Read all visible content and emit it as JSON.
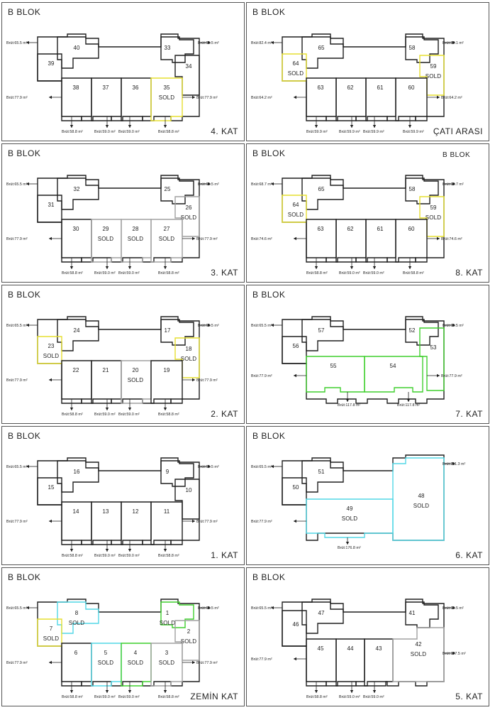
{
  "panels": [
    {
      "id": "p4kat",
      "block": "B BLOK",
      "block2": "",
      "floor": "4. KAT",
      "units": [
        {
          "num": "40",
          "sold": ""
        },
        {
          "num": "33",
          "sold": ""
        },
        {
          "num": "39",
          "sold": ""
        },
        {
          "num": "34",
          "sold": ""
        },
        {
          "num": "38",
          "sold": ""
        },
        {
          "num": "37",
          "sold": ""
        },
        {
          "num": "36",
          "sold": ""
        },
        {
          "num": "35",
          "sold": "SOLD"
        }
      ],
      "unit_colors": [
        "black",
        "black",
        "black",
        "black",
        "black",
        "black",
        "black",
        "yellow"
      ],
      "areas": {
        "tl": "Brüt:65.5 m²",
        "tr": "Brüt:65.5 m²",
        "ml": "Brüt:77.9 m²",
        "mr": "Brüt:77.9 m²",
        "b1": "Brüt:58.8 m²",
        "b2": "Brüt:59.0 m²",
        "b3": "Brüt:59.0 m²",
        "b4": "Brüt:58.8 m²"
      }
    },
    {
      "id": "pcati",
      "block": "B BLOK",
      "block2": "",
      "floor": "ÇATI ARASI",
      "units": [
        {
          "num": "65",
          "sold": ""
        },
        {
          "num": "58",
          "sold": ""
        },
        {
          "num": "64",
          "sold": "SOLD"
        },
        {
          "num": "59",
          "sold": "SOLD"
        },
        {
          "num": "63",
          "sold": ""
        },
        {
          "num": "62",
          "sold": ""
        },
        {
          "num": "61",
          "sold": ""
        },
        {
          "num": "60",
          "sold": ""
        }
      ],
      "unit_colors": [
        "black",
        "black",
        "yellow",
        "yellow",
        "black",
        "black",
        "black",
        "black"
      ],
      "areas": {
        "tl": "Brüt:82.4 m²",
        "tr": "Brüt:82.1 m²",
        "ml": "Brüt:64.2 m²",
        "mr": "Brüt:64.2 m²",
        "b1": "Brüt:59.9 m²",
        "b2": "Brüt:59.9 m²",
        "b3": "Brüt:59.9 m²",
        "b4": "Brüt:59.9 m²"
      }
    },
    {
      "id": "p3kat",
      "block": "B BLOK",
      "block2": "",
      "floor": "3. KAT",
      "units": [
        {
          "num": "32",
          "sold": ""
        },
        {
          "num": "25",
          "sold": ""
        },
        {
          "num": "31",
          "sold": ""
        },
        {
          "num": "26",
          "sold": "SOLD"
        },
        {
          "num": "30",
          "sold": ""
        },
        {
          "num": "29",
          "sold": "SOLD"
        },
        {
          "num": "28",
          "sold": "SOLD"
        },
        {
          "num": "27",
          "sold": "SOLD"
        }
      ],
      "unit_colors": [
        "black",
        "black",
        "black",
        "gray",
        "black",
        "gray",
        "gray",
        "gray"
      ],
      "areas": {
        "tl": "Brüt:65.5 m²",
        "tr": "Brüt:65.5 m²",
        "ml": "Brüt:77.9 m²",
        "mr": "Brüt:77.9 m²",
        "b1": "Brüt:58.8 m²",
        "b2": "Brüt:59.0 m²",
        "b3": "Brüt:59.0 m²",
        "b4": "Brüt:58.8 m²"
      }
    },
    {
      "id": "p8kat",
      "block": "B BLOK",
      "block2": "B BLOK",
      "floor": "8. KAT",
      "units": [
        {
          "num": "65",
          "sold": ""
        },
        {
          "num": "58",
          "sold": ""
        },
        {
          "num": "64",
          "sold": "SOLD"
        },
        {
          "num": "59",
          "sold": "SOLD"
        },
        {
          "num": "63",
          "sold": ""
        },
        {
          "num": "62",
          "sold": ""
        },
        {
          "num": "61",
          "sold": ""
        },
        {
          "num": "60",
          "sold": ""
        }
      ],
      "unit_colors": [
        "black",
        "black",
        "yellow",
        "yellow",
        "black",
        "black",
        "black",
        "black"
      ],
      "areas": {
        "tl": "Brüt:68.7 m²",
        "tr": "Brüt:68.7 m²",
        "ml": "Brüt:74.6 m²",
        "mr": "Brüt:74.6 m²",
        "b1": "Brüt:58.8 m²",
        "b2": "Brüt:59.0 m²",
        "b3": "Brüt:59.0 m²",
        "b4": "Brüt:58.8 m²"
      }
    },
    {
      "id": "p2kat",
      "block": "B BLOK",
      "block2": "",
      "floor": "2. KAT",
      "units": [
        {
          "num": "24",
          "sold": ""
        },
        {
          "num": "17",
          "sold": ""
        },
        {
          "num": "23",
          "sold": "SOLD"
        },
        {
          "num": "18",
          "sold": "SOLD"
        },
        {
          "num": "22",
          "sold": ""
        },
        {
          "num": "21",
          "sold": ""
        },
        {
          "num": "20",
          "sold": "SOLD"
        },
        {
          "num": "19",
          "sold": ""
        }
      ],
      "unit_colors": [
        "black",
        "black",
        "yellow",
        "yellow",
        "black",
        "black",
        "gray",
        "black"
      ],
      "areas": {
        "tl": "Brüt:65.5 m²",
        "tr": "Brüt:65.5 m²",
        "ml": "Brüt:77.9 m²",
        "mr": "Brüt:77.9 m²",
        "b1": "Brüt:58.8 m²",
        "b2": "Brüt:59.0 m²",
        "b3": "Brüt:59.0 m²",
        "b4": "Brüt:58.8 m²"
      }
    },
    {
      "id": "p7kat",
      "block": "B BLOK",
      "block2": "",
      "floor": "7. KAT",
      "units": [
        {
          "num": "57",
          "sold": ""
        },
        {
          "num": "52",
          "sold": ""
        },
        {
          "num": "56",
          "sold": ""
        },
        {
          "num": "53",
          "sold": ""
        },
        {
          "num": "55",
          "sold": ""
        },
        {
          "num": "54",
          "sold": ""
        }
      ],
      "unit_colors": [
        "black",
        "black",
        "black",
        "green",
        "green",
        "green"
      ],
      "areas": {
        "tl": "Brüt:65.5 m²",
        "tr": "Brüt:65.5 m²",
        "ml": "Brüt:77.9 m²",
        "mr": "Brüt:77.9 m²",
        "b1": "Brüt:117.8 m²",
        "b2": "Brüt:117.8 m²"
      }
    },
    {
      "id": "p1kat",
      "block": "B BLOK",
      "block2": "",
      "floor": "1. KAT",
      "units": [
        {
          "num": "16",
          "sold": ""
        },
        {
          "num": "9",
          "sold": ""
        },
        {
          "num": "15",
          "sold": ""
        },
        {
          "num": "10",
          "sold": ""
        },
        {
          "num": "14",
          "sold": ""
        },
        {
          "num": "13",
          "sold": ""
        },
        {
          "num": "12",
          "sold": ""
        },
        {
          "num": "11",
          "sold": ""
        }
      ],
      "unit_colors": [
        "black",
        "black",
        "black",
        "black",
        "black",
        "black",
        "black",
        "black"
      ],
      "areas": {
        "tl": "Brüt:65.5 m²",
        "tr": "Brüt:65.5 m²",
        "ml": "Brüt:77.9 m²",
        "mr": "Brüt:77.9 m²",
        "b1": "Brüt:58.8 m²",
        "b2": "Brüt:59.0 m²",
        "b3": "Brüt:59.0 m²",
        "b4": "Brüt:58.8 m²"
      }
    },
    {
      "id": "p6kat",
      "block": "B BLOK",
      "block2": "",
      "floor": "6. KAT",
      "units": [
        {
          "num": "51",
          "sold": ""
        },
        {
          "num": "50",
          "sold": ""
        },
        {
          "num": "49",
          "sold": "SOLD"
        },
        {
          "num": "48",
          "sold": "SOLD"
        }
      ],
      "unit_colors": [
        "black",
        "black",
        "cyan",
        "cyan"
      ],
      "areas": {
        "tl": "Brüt:65.5 m²",
        "tr": "Brüt:211.3 m²",
        "ml": "Brüt:77.9 m²",
        "b1": "Brüt:176.8 m²"
      }
    },
    {
      "id": "pzemin",
      "block": "B BLOK",
      "block2": "",
      "floor": "ZEMİN KAT",
      "units": [
        {
          "num": "8",
          "sold": "SOLD"
        },
        {
          "num": "1",
          "sold": "SOLD"
        },
        {
          "num": "7",
          "sold": "SOLD"
        },
        {
          "num": "2",
          "sold": "SOLD"
        },
        {
          "num": "6",
          "sold": ""
        },
        {
          "num": "5",
          "sold": "SOLD"
        },
        {
          "num": "4",
          "sold": "SOLD"
        },
        {
          "num": "3",
          "sold": "SOLD"
        }
      ],
      "unit_colors": [
        "cyan",
        "green",
        "yellow",
        "gray",
        "black",
        "cyan",
        "green",
        "gray"
      ],
      "areas": {
        "tl": "Brüt:65.5 m²",
        "tr": "Brüt:65.5 m²",
        "ml": "Brüt:77.9 m²",
        "mr": "Brüt:77.9 m²",
        "b1": "Brüt:58.8 m²",
        "b2": "Brüt:59.0 m²",
        "b3": "Brüt:59.0 m²",
        "b4": "Brüt:58.8 m²"
      }
    },
    {
      "id": "p5kat",
      "block": "B BLOK",
      "block2": "",
      "floor": "5. KAT",
      "units": [
        {
          "num": "47",
          "sold": ""
        },
        {
          "num": "41",
          "sold": ""
        },
        {
          "num": "46",
          "sold": ""
        },
        {
          "num": "45",
          "sold": ""
        },
        {
          "num": "44",
          "sold": ""
        },
        {
          "num": "43",
          "sold": ""
        },
        {
          "num": "42",
          "sold": "SOLD"
        }
      ],
      "unit_colors": [
        "black",
        "black",
        "black",
        "black",
        "black",
        "black",
        "gray"
      ],
      "areas": {
        "tl": "Brüt:65.5 m²",
        "tr": "Brüt:65.5 m²",
        "ml": "Brüt:77.9 m²",
        "mr": "Brüt:137.5 m²",
        "b1": "Brüt:58.8 m²",
        "b2": "Brüt:59.0 m²",
        "b3": "Brüt:59.0 m²"
      }
    }
  ]
}
